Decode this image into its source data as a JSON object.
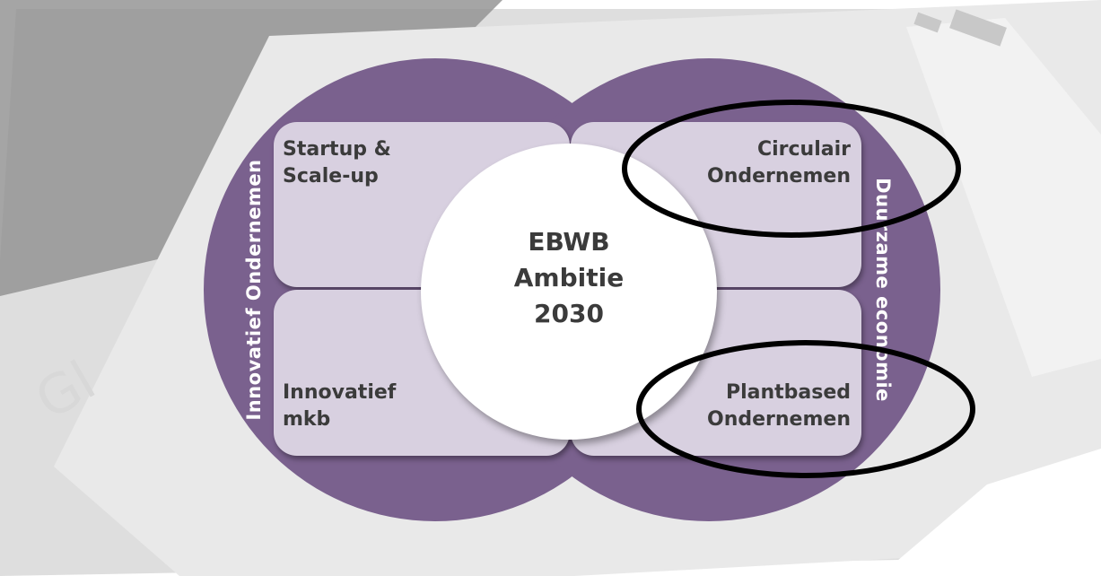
{
  "diagram": {
    "center": {
      "text": "EBWB\nAmbitie\n2030"
    },
    "left_circle_label": "Innovatief Ondernemen",
    "right_circle_label": "Duurzame economie",
    "quadrants": {
      "top_left": "Startup &\nScale-up",
      "bottom_left": "Innovatief\nmkb",
      "top_right": "Circulair\nOndernemen",
      "bottom_right": "Plantbased\nOndernemen"
    },
    "highlighted": [
      "Circulair Ondernemen",
      "Plantbased Ondernemen"
    ]
  },
  "colors": {
    "circle_fill": "#7a618e",
    "quadrant_fill": "#d8d0e0",
    "text": "#3b3b3b",
    "highlight_ring": "#000000"
  }
}
